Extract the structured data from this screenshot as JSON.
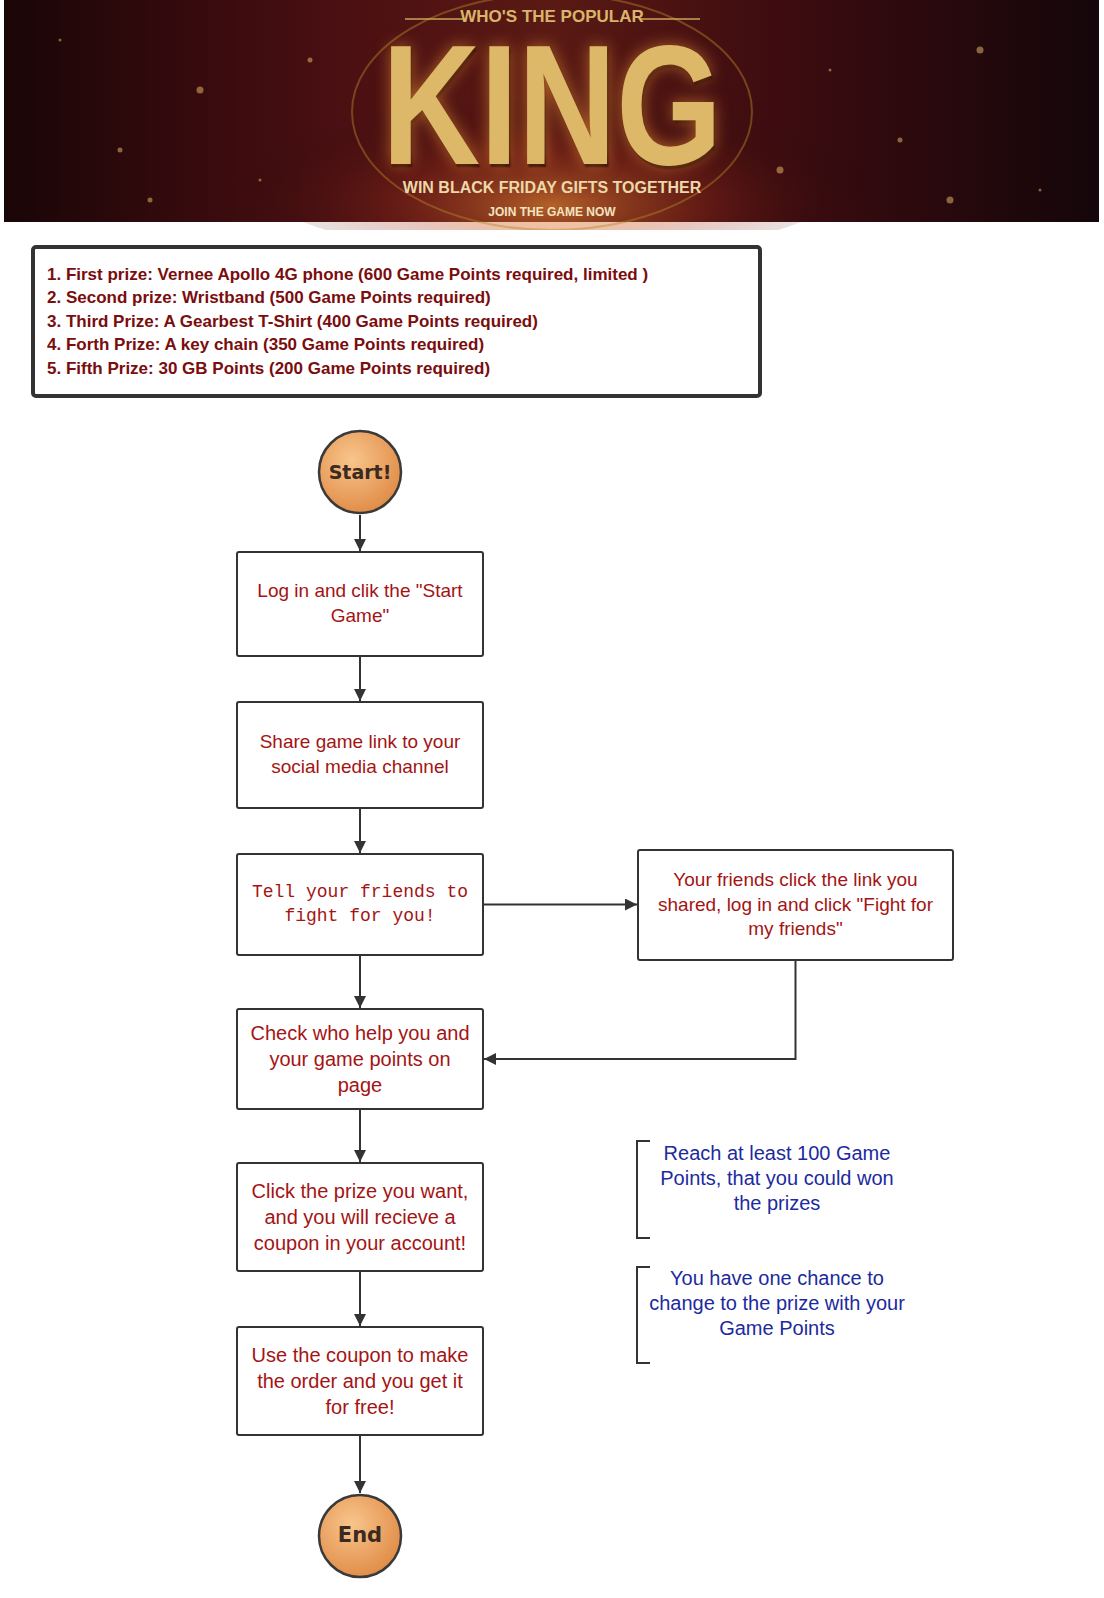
{
  "diagram": {
    "nodes": [
      {
        "text": [
          "1. First prize: Vernee Apollo 4G phone (600 Game Points required, limited )",
          "2. Second prize: Wristband (500 Game Points required)",
          "3. Third Prize: A Gearbest T-Shirt (400 Game Points required)",
          "4. Forth Prize: A key chain (350 Game Points required)",
          "5. Fifth Prize: 30 GB Points (200 Game Points required)"
        ]
      },
      {
        "text": [
          "Start!"
        ]
      },
      {
        "text": [
          "Log in and clik the \"Start Game\""
        ]
      },
      {
        "text": [
          "Share game link to your social media channel"
        ]
      },
      {
        "text": [
          "Tell your friends to fight for you!"
        ]
      },
      {
        "text": [
          "Your friends click the link you shared, log in and click \"Fight for my friends\""
        ]
      },
      {
        "text": [
          "Check who help you and your game points on page"
        ]
      },
      {
        "text": [
          "Click the prize you want, and you will recieve a coupon in your account!"
        ]
      },
      {
        "text": [
          "Use the coupon to make the order and you get it for free!"
        ]
      },
      {
        "text": [
          "End"
        ]
      }
    ],
    "edges": [
      {
        "from": 1,
        "to": 2,
        "arrow": "to"
      },
      {
        "from": 2,
        "to": 3,
        "arrow": "to"
      },
      {
        "from": 3,
        "to": 4,
        "arrow": "to"
      },
      {
        "from": 4,
        "to": 5,
        "arrow": "to"
      },
      {
        "from": 4,
        "to": 6,
        "arrow": "to"
      },
      {
        "from": 5,
        "to": 6,
        "arrow": "to"
      },
      {
        "from": 6,
        "to": 7,
        "arrow": "to"
      },
      {
        "from": 7,
        "to": 8,
        "arrow": "to"
      },
      {
        "from": 8,
        "to": 9,
        "arrow": "to"
      }
    ],
    "labels": [
      "WHO'S THE POPULAR",
      "KING",
      "WIN BLACK FRIDAY GIFTS TOGETHER",
      "JOIN THE GAME NOW",
      "Reach at least 100 Game Points, that you could won the prizes",
      "You have one chance to change to the prize with your Game Points"
    ]
  }
}
